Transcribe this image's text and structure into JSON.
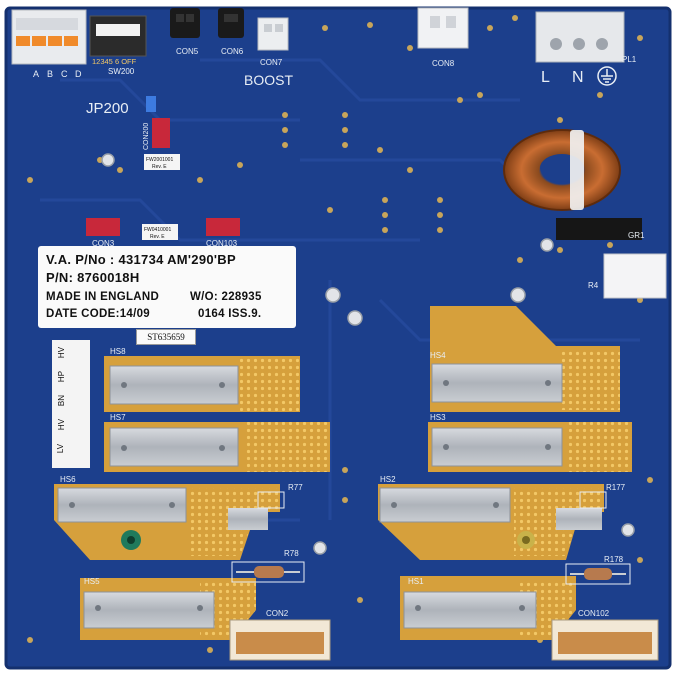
{
  "silkscreen": {
    "sw200": "SW200",
    "sw_scale": "12345 6 OFF",
    "abcd": [
      "A",
      "B",
      "C",
      "D"
    ],
    "con5": "CON5",
    "con6": "CON6",
    "con7": "CON7",
    "boost": "BOOST",
    "con8": "CON8",
    "pl1": "PL1",
    "lne": [
      "L",
      "N"
    ],
    "jp200": "JP200",
    "con200": "CON200",
    "con3": "CON3",
    "con103": "CON103",
    "gr1": "GR1",
    "r4": "R4",
    "hs8": "HS8",
    "hs7": "HS7",
    "hs6": "HS6",
    "hs5": "HS5",
    "hs4": "HS4",
    "hs3": "HS3",
    "hs2": "HS2",
    "hs1": "HS1",
    "r77": "R77",
    "r78": "R78",
    "r177": "R177",
    "r178": "R178",
    "con2": "CON2",
    "con102": "CON102"
  },
  "label": {
    "line1": "V.A.  P/No : 431734  AM'290'BP",
    "line2": "P/N: 8760018H",
    "line3a": "MADE IN ENGLAND",
    "line3b": "W/O: 228935",
    "line4a": "DATE CODE:14/09",
    "line4b": "0164   ISS.9."
  },
  "sticker": "ST635659",
  "qc_card": {
    "cols": [
      "LV",
      "HV",
      "BN",
      "HP",
      "HV"
    ]
  },
  "small_labels": {
    "fw200": "FW2001001",
    "fw200_rev": "Rev. E",
    "fw410": "FW0410001",
    "fw410_rev": "Rev. E"
  },
  "colors": {
    "pcb": "#1c3f8c",
    "pcb_dark": "#14306e",
    "copper_pad": "#d9a441",
    "heatsink": "#b8bcc2",
    "coil": "#b5602a"
  }
}
